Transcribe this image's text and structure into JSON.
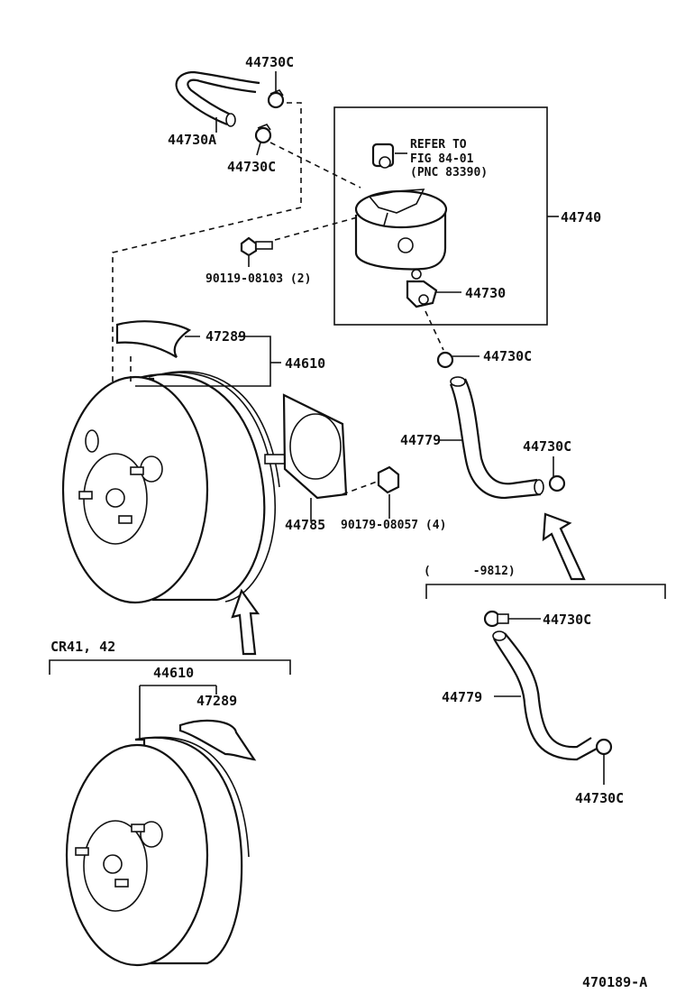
{
  "labels": {
    "top_clamp_1": "44730C",
    "top_hose": "44730A",
    "top_clamp_2": "44730C",
    "refer_line1": "REFER TO",
    "refer_line2": "FIG 84-01",
    "refer_line3": "(PNC 83390)",
    "vsv_assy": "44740",
    "bolt": "90119-08103 (2)",
    "check_valve": "44730",
    "booster_label_upper": "44610",
    "booster_plate_upper": "47289",
    "right_clamp_1": "44730C",
    "right_hose": "44779",
    "right_clamp_2": "44730C",
    "gasket": "44785",
    "nut": "90179-08057 (4)",
    "variant_cr": "CR41, 42",
    "booster_label_lower": "44610",
    "booster_plate_lower": "47289",
    "variant_date": "(      -9812)",
    "lower_clamp_1": "44730C",
    "lower_hose": "44779",
    "lower_clamp_2": "44730C",
    "diagram_id": "470189-A"
  }
}
